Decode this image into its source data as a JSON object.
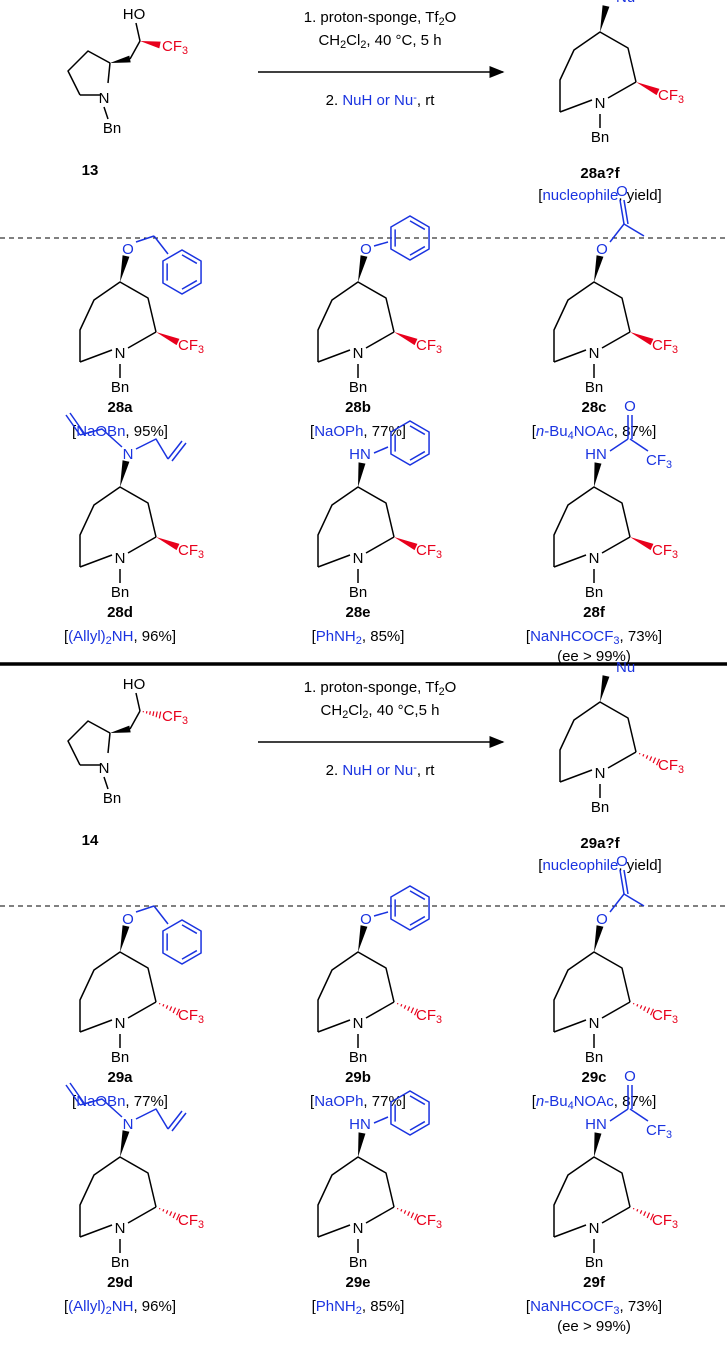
{
  "scheme_top": {
    "sm": {
      "ho": "HO",
      "cf3": "CF3",
      "n": "N",
      "bn": "Bn",
      "label": "13"
    },
    "step1": "1. proton-sponge, Tf2O",
    "solvent": "CH2Cl2, 40 °C, 5 h",
    "step2_nuc": "NuH or Nu",
    "step2_rest": ", rt",
    "prod": {
      "nu": "Nu",
      "n": "N",
      "bn": "Bn",
      "cf3": "CF3",
      "label": "28a?f",
      "bracket": "nucleophile, yield"
    }
  },
  "scheme_bottom": {
    "sm": {
      "ho": "HO",
      "cf3": "CF3",
      "n": "N",
      "bn": "Bn",
      "label": "14"
    },
    "step1": "1. proton-sponge, Tf2O",
    "solvent": "CH2Cl2, 40 °C,5 h",
    "step2_nuc": "NuH or Nu",
    "step2_rest": ", rt",
    "prod": {
      "nu": "Nu",
      "n": "N",
      "bn": "Bn",
      "cf3": "CF3",
      "label": "29a?f",
      "bracket": "nucleophile, yield"
    }
  },
  "compounds_28": [
    {
      "label": "28a",
      "reagent": "NaOBn",
      "yield": ", 95%"
    },
    {
      "label": "28b",
      "reagent": "NaOPh",
      "yield": ", 77%"
    },
    {
      "label": "28c",
      "reagent": "n-Bu4NOAc",
      "yield": ", 87%"
    },
    {
      "label": "28d",
      "reagent": "(Allyl)2NH",
      "yield": ", 96%"
    },
    {
      "label": "28e",
      "reagent": "PhNH2",
      "yield": ", 85%"
    },
    {
      "label": "28f",
      "reagent": "NaNHCOCF3",
      "yield": ", 73%",
      "ee": "(ee > 99%)"
    }
  ],
  "compounds_29": [
    {
      "label": "29a",
      "reagent": "NaOBn",
      "yield": ", 77%"
    },
    {
      "label": "29b",
      "reagent": "NaOPh",
      "yield": ", 77%"
    },
    {
      "label": "29c",
      "reagent": "n-Bu4NOAc",
      "yield": ", 87%"
    },
    {
      "label": "29d",
      "reagent": "(Allyl)2NH",
      "yield": ", 96%"
    },
    {
      "label": "29e",
      "reagent": "PhNH2",
      "yield": ", 85%"
    },
    {
      "label": "29f",
      "reagent": "NaNHCOCF3",
      "yield": ", 73%",
      "ee": "(ee > 99%)"
    }
  ],
  "atoms": {
    "o": "O",
    "n": "N",
    "hn": "HN",
    "bn": "Bn",
    "cf3": "CF3",
    "cf3b": "CF3"
  },
  "colors": {
    "text": "#000000",
    "red": "#e8001c",
    "blue": "#1a33e0"
  }
}
